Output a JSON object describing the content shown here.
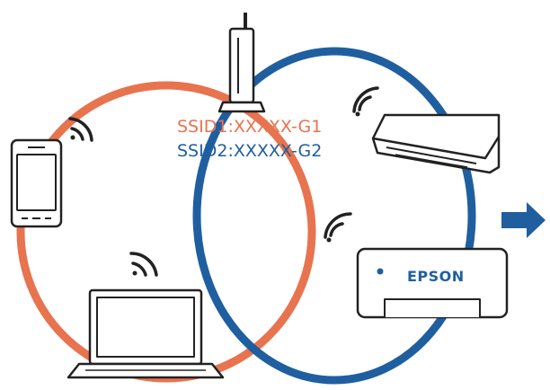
{
  "network": {
    "ssid1": "SSID1:XXXXX-G1",
    "ssid2": "SSID2:XXXXX-G2"
  },
  "printer": {
    "brand": "EPSON"
  },
  "colors": {
    "network1": "#e8734f",
    "network2": "#1f5fa0",
    "arrow": "#1f5fa0",
    "outline": "#222222"
  },
  "icons": {
    "router": "wifi-router-icon",
    "smartphone": "smartphone-icon",
    "laptop": "laptop-icon",
    "scanner": "mobile-printer-icon",
    "printer": "printer-icon",
    "wifi": "wifi-signal-icon",
    "arrow": "arrow-right-icon"
  }
}
